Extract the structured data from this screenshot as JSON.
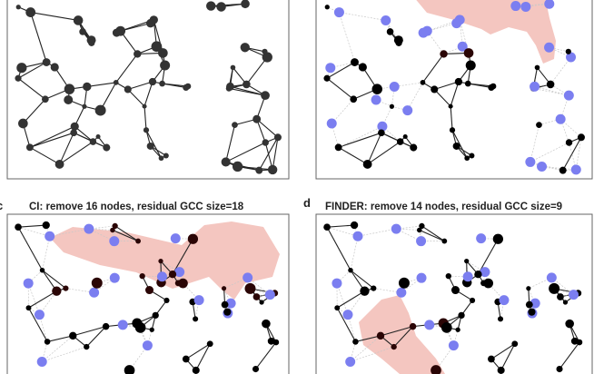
{
  "panels": {
    "c": {
      "letter": "c",
      "title": "CI: remove 16 nodes, residual GCC size=18",
      "removed_nodes": 16,
      "residual_gcc": 18
    },
    "d": {
      "letter": "d",
      "title": "FINDER: remove 14 nodes, residual GCC size=9",
      "removed_nodes": 14,
      "residual_gcc": 9
    }
  },
  "colors": {
    "original_node": "#333333",
    "removed_node": "#7b7ef0",
    "remaining_node": "#000000",
    "gcc_node": "#2a0505",
    "gcc_highlight": "#f1b8b0",
    "removed_edge": "#c8c8c8"
  }
}
